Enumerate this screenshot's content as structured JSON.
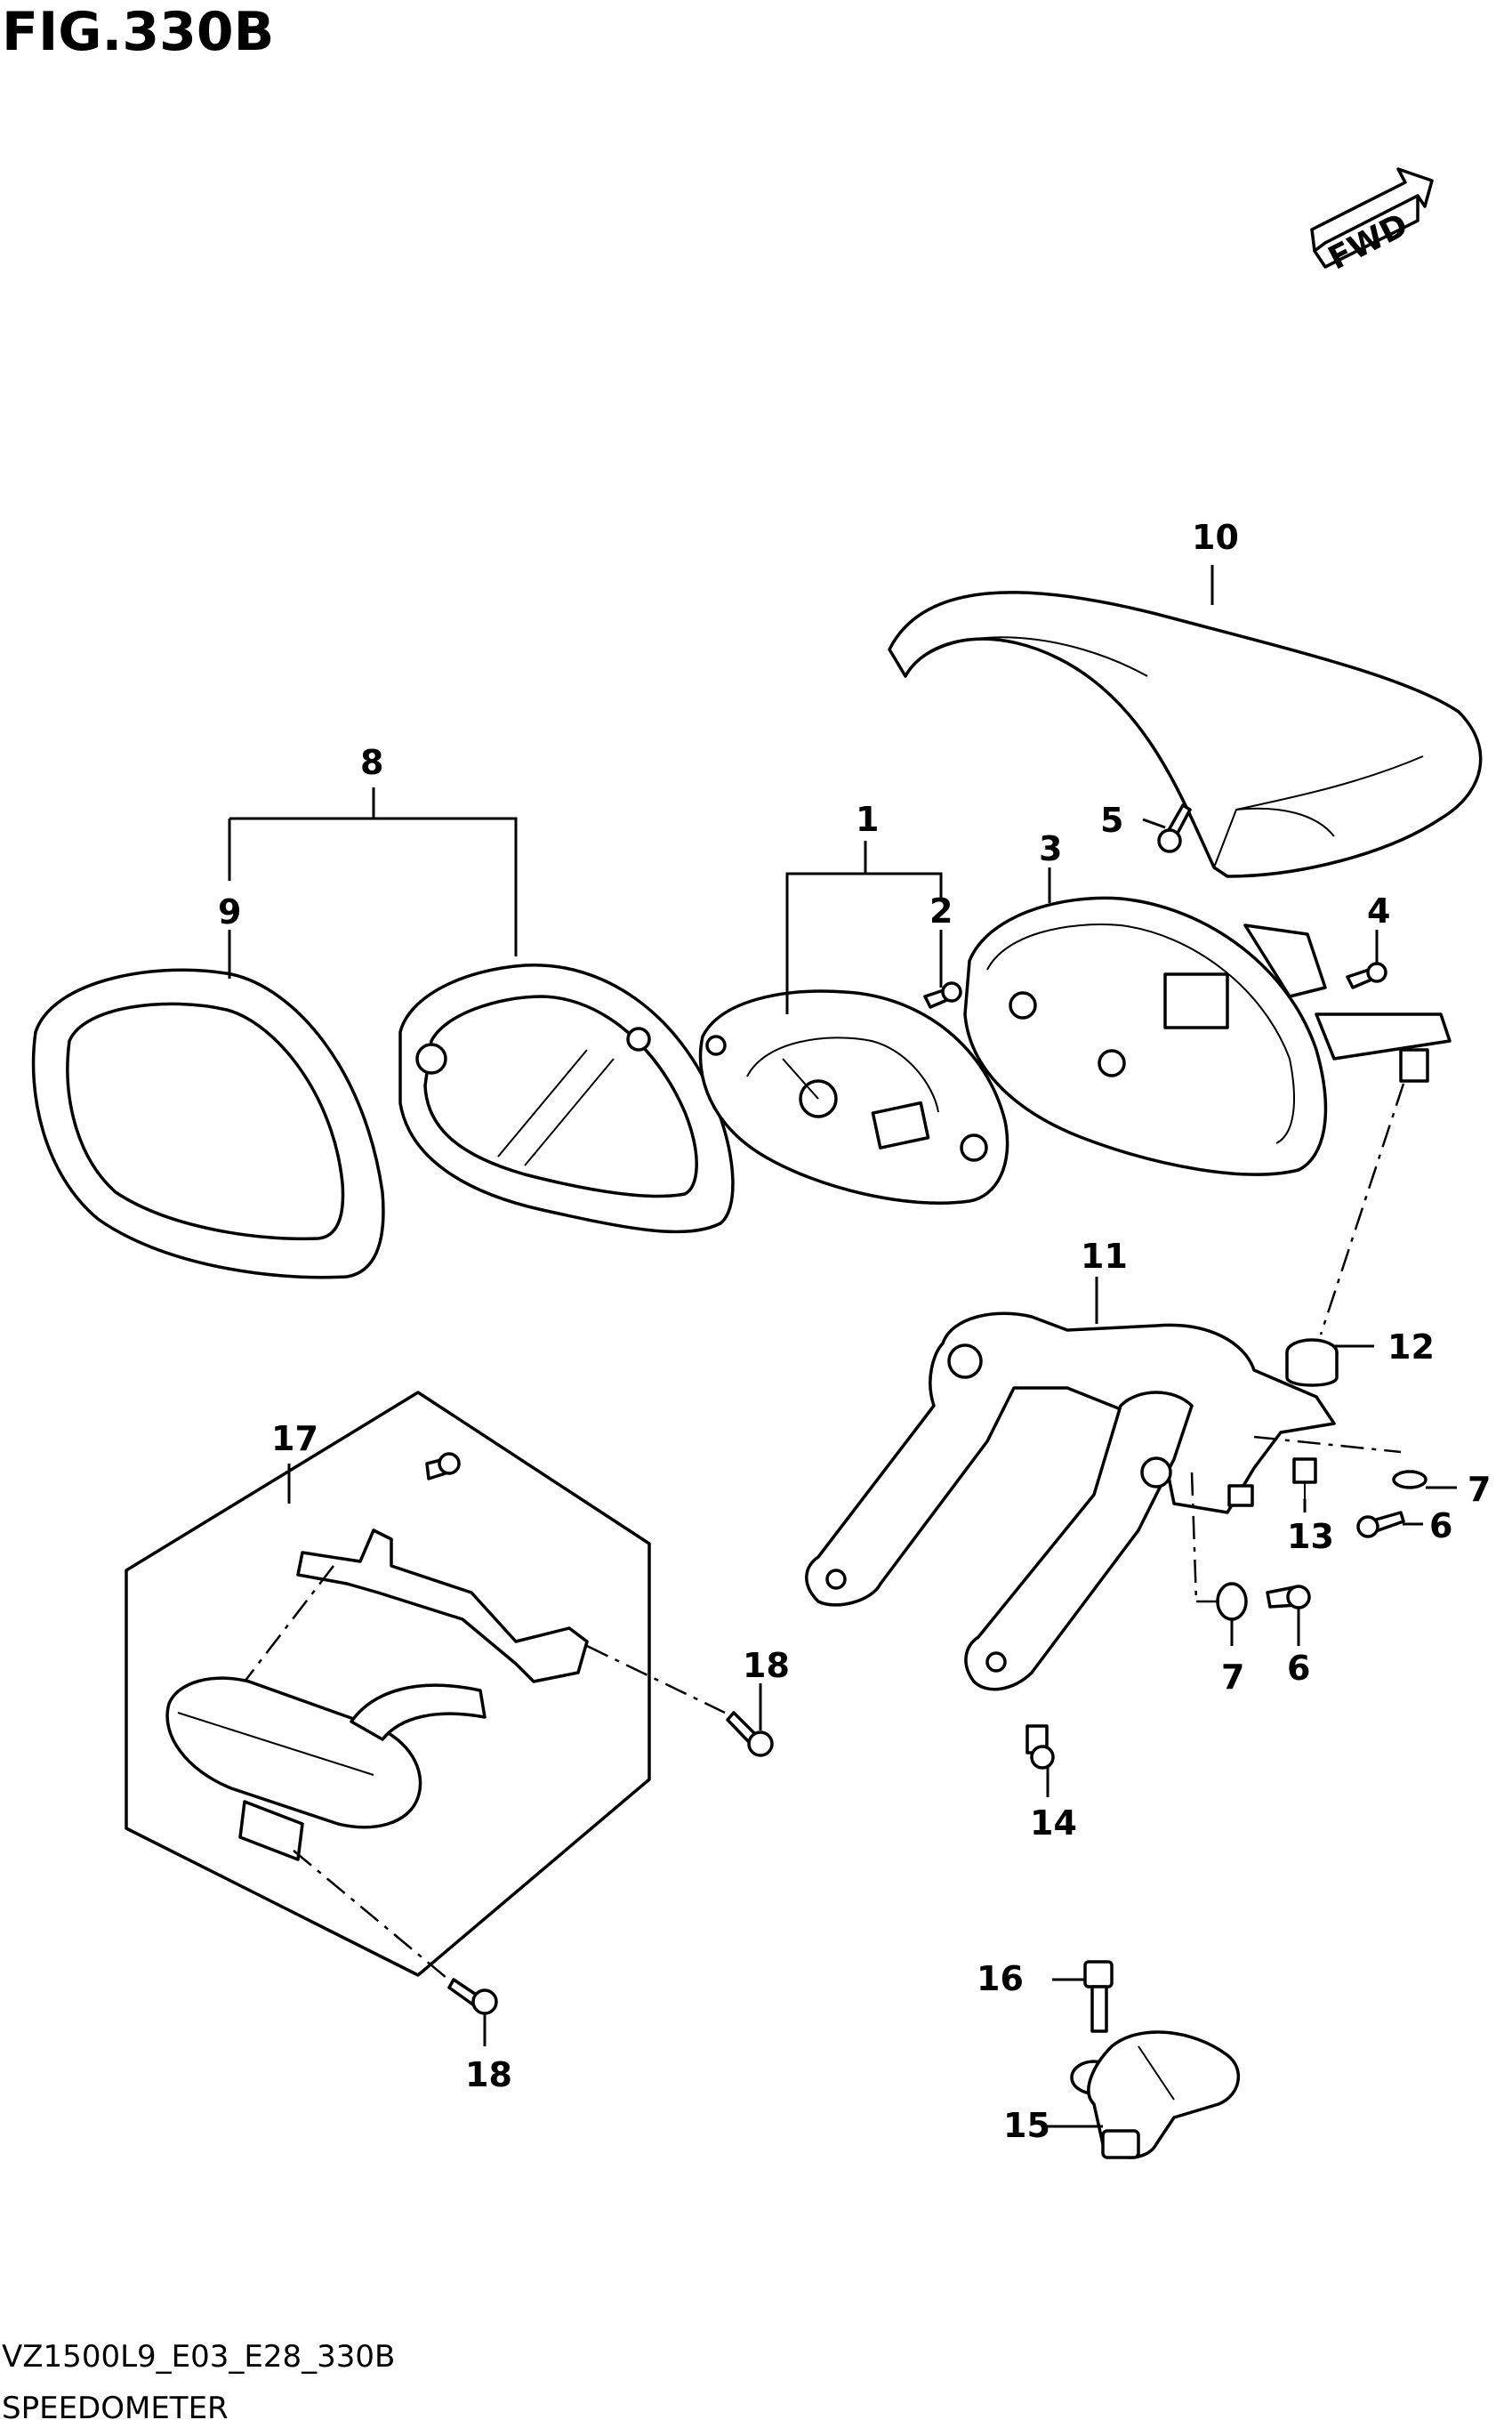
{
  "figure": {
    "title": "FIG.330B",
    "direction_label": "FWD"
  },
  "callouts": {
    "c1": "1",
    "c2": "2",
    "c3": "3",
    "c4": "4",
    "c5": "5",
    "c6a": "6",
    "c6b": "6",
    "c7a": "7",
    "c7b": "7",
    "c8": "8",
    "c9": "9",
    "c10": "10",
    "c11": "11",
    "c12": "12",
    "c13": "13",
    "c14": "14",
    "c15": "15",
    "c16": "16",
    "c17": "17",
    "c18a": "18",
    "c18b": "18"
  },
  "footer": {
    "model_code": "VZ1500L9_E03_E28_330B",
    "section_name": "SPEEDOMETER"
  }
}
